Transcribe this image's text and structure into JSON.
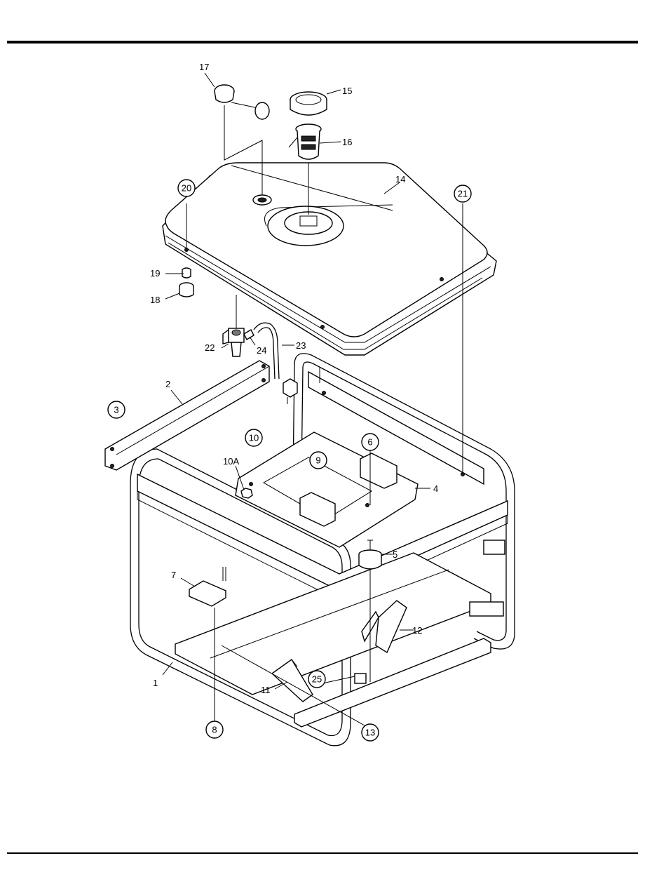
{
  "diagram": {
    "callouts": [
      {
        "id": "1",
        "text": "1",
        "circled": false
      },
      {
        "id": "2",
        "text": "2",
        "circled": false
      },
      {
        "id": "3",
        "text": "3",
        "circled": true
      },
      {
        "id": "4",
        "text": "4",
        "circled": false
      },
      {
        "id": "5",
        "text": "5",
        "circled": false
      },
      {
        "id": "6",
        "text": "6",
        "circled": true
      },
      {
        "id": "7",
        "text": "7",
        "circled": false
      },
      {
        "id": "8",
        "text": "8",
        "circled": true
      },
      {
        "id": "9",
        "text": "9",
        "circled": true
      },
      {
        "id": "10",
        "text": "10",
        "circled": true
      },
      {
        "id": "10A",
        "text": "10A",
        "circled": false
      },
      {
        "id": "11",
        "text": "11",
        "circled": false
      },
      {
        "id": "12",
        "text": "12",
        "circled": false
      },
      {
        "id": "13",
        "text": "13",
        "circled": true
      },
      {
        "id": "14",
        "text": "14",
        "circled": false
      },
      {
        "id": "15",
        "text": "15",
        "circled": false
      },
      {
        "id": "16",
        "text": "16",
        "circled": false
      },
      {
        "id": "17",
        "text": "17",
        "circled": false
      },
      {
        "id": "18",
        "text": "18",
        "circled": false
      },
      {
        "id": "19",
        "text": "19",
        "circled": false
      },
      {
        "id": "20",
        "text": "20",
        "circled": true
      },
      {
        "id": "21",
        "text": "21",
        "circled": true
      },
      {
        "id": "22",
        "text": "22",
        "circled": false
      },
      {
        "id": "23",
        "text": "23",
        "circled": false
      },
      {
        "id": "24",
        "text": "24",
        "circled": false
      },
      {
        "id": "25",
        "text": "25",
        "circled": true
      }
    ]
  }
}
